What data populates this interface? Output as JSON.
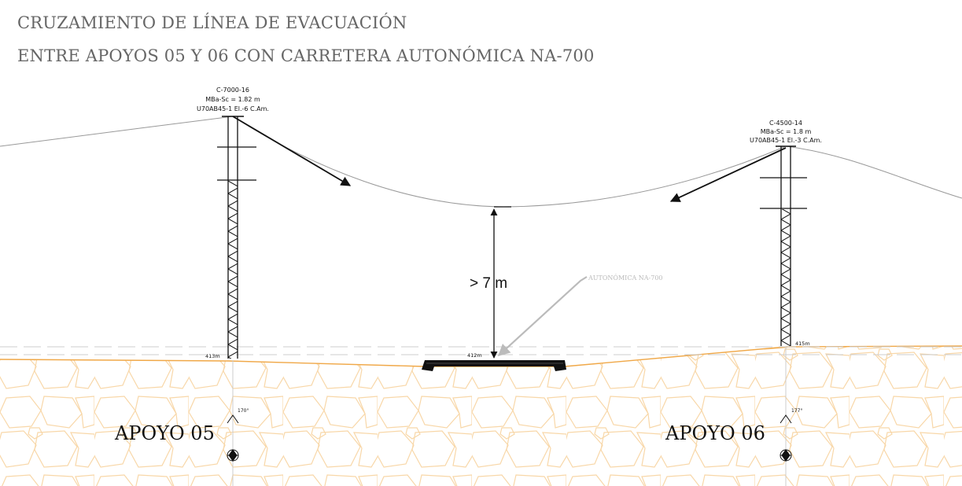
{
  "title": {
    "line1": "CRUZAMIENTO DE LÍNEA DE EVACUACIÓN",
    "line2": "ENTRE APOYOS 05 Y 06 CON CARRETERA AUTONÓMICA NA-700"
  },
  "apoyo_05": {
    "label": "APOYO 05",
    "spec_type": "C-7000-16",
    "spec_mba": "MBa-Sc = 1.82 m",
    "spec_chain": "U70AB45-1 El.-6 C.Am.",
    "ground_elevation": "413m",
    "angle": "170°"
  },
  "apoyo_06": {
    "label": "APOYO 06",
    "spec_type": "C-4500-14",
    "spec_mba": "MBa-Sc = 1.8 m",
    "spec_chain": "U70AB45-1 El.-3 C.Am.",
    "ground_elevation": "415m",
    "angle": "177°"
  },
  "road": {
    "name": "AUTONÓMICA NA-700",
    "elevation": "412m"
  },
  "clearance": {
    "label": "> 7 m"
  },
  "colors": {
    "ground": "#f0a848",
    "rock": "#f8d7a8",
    "road_leader": "#bbbbbb",
    "conductor": "#999999",
    "title": "#666666"
  }
}
